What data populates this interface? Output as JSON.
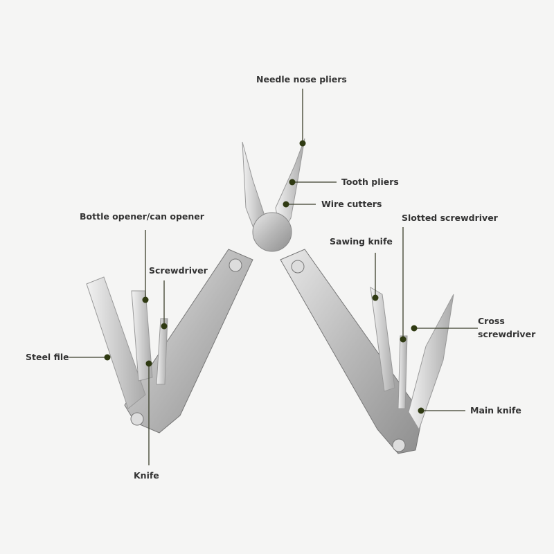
{
  "colors": {
    "dot": "#2f3a12",
    "line": "#3a3f2a",
    "text": "#333333",
    "metal": "#c9c9c9"
  },
  "labels": {
    "needle_nose_pliers": "Needle nose pliers",
    "tooth_pliers": "Tooth pliers",
    "wire_cutters": "Wire cutters",
    "bottle_opener": "Bottle opener/can opener",
    "screwdriver": "Screwdriver",
    "steel_file": "Steel file",
    "knife": "Knife",
    "sawing_knife": "Sawing knife",
    "slotted_screwdriver": "Slotted screwdriver",
    "cross_screwdriver_1": "Cross",
    "cross_screwdriver_2": "screwdriver",
    "main_knife": "Main knife"
  }
}
